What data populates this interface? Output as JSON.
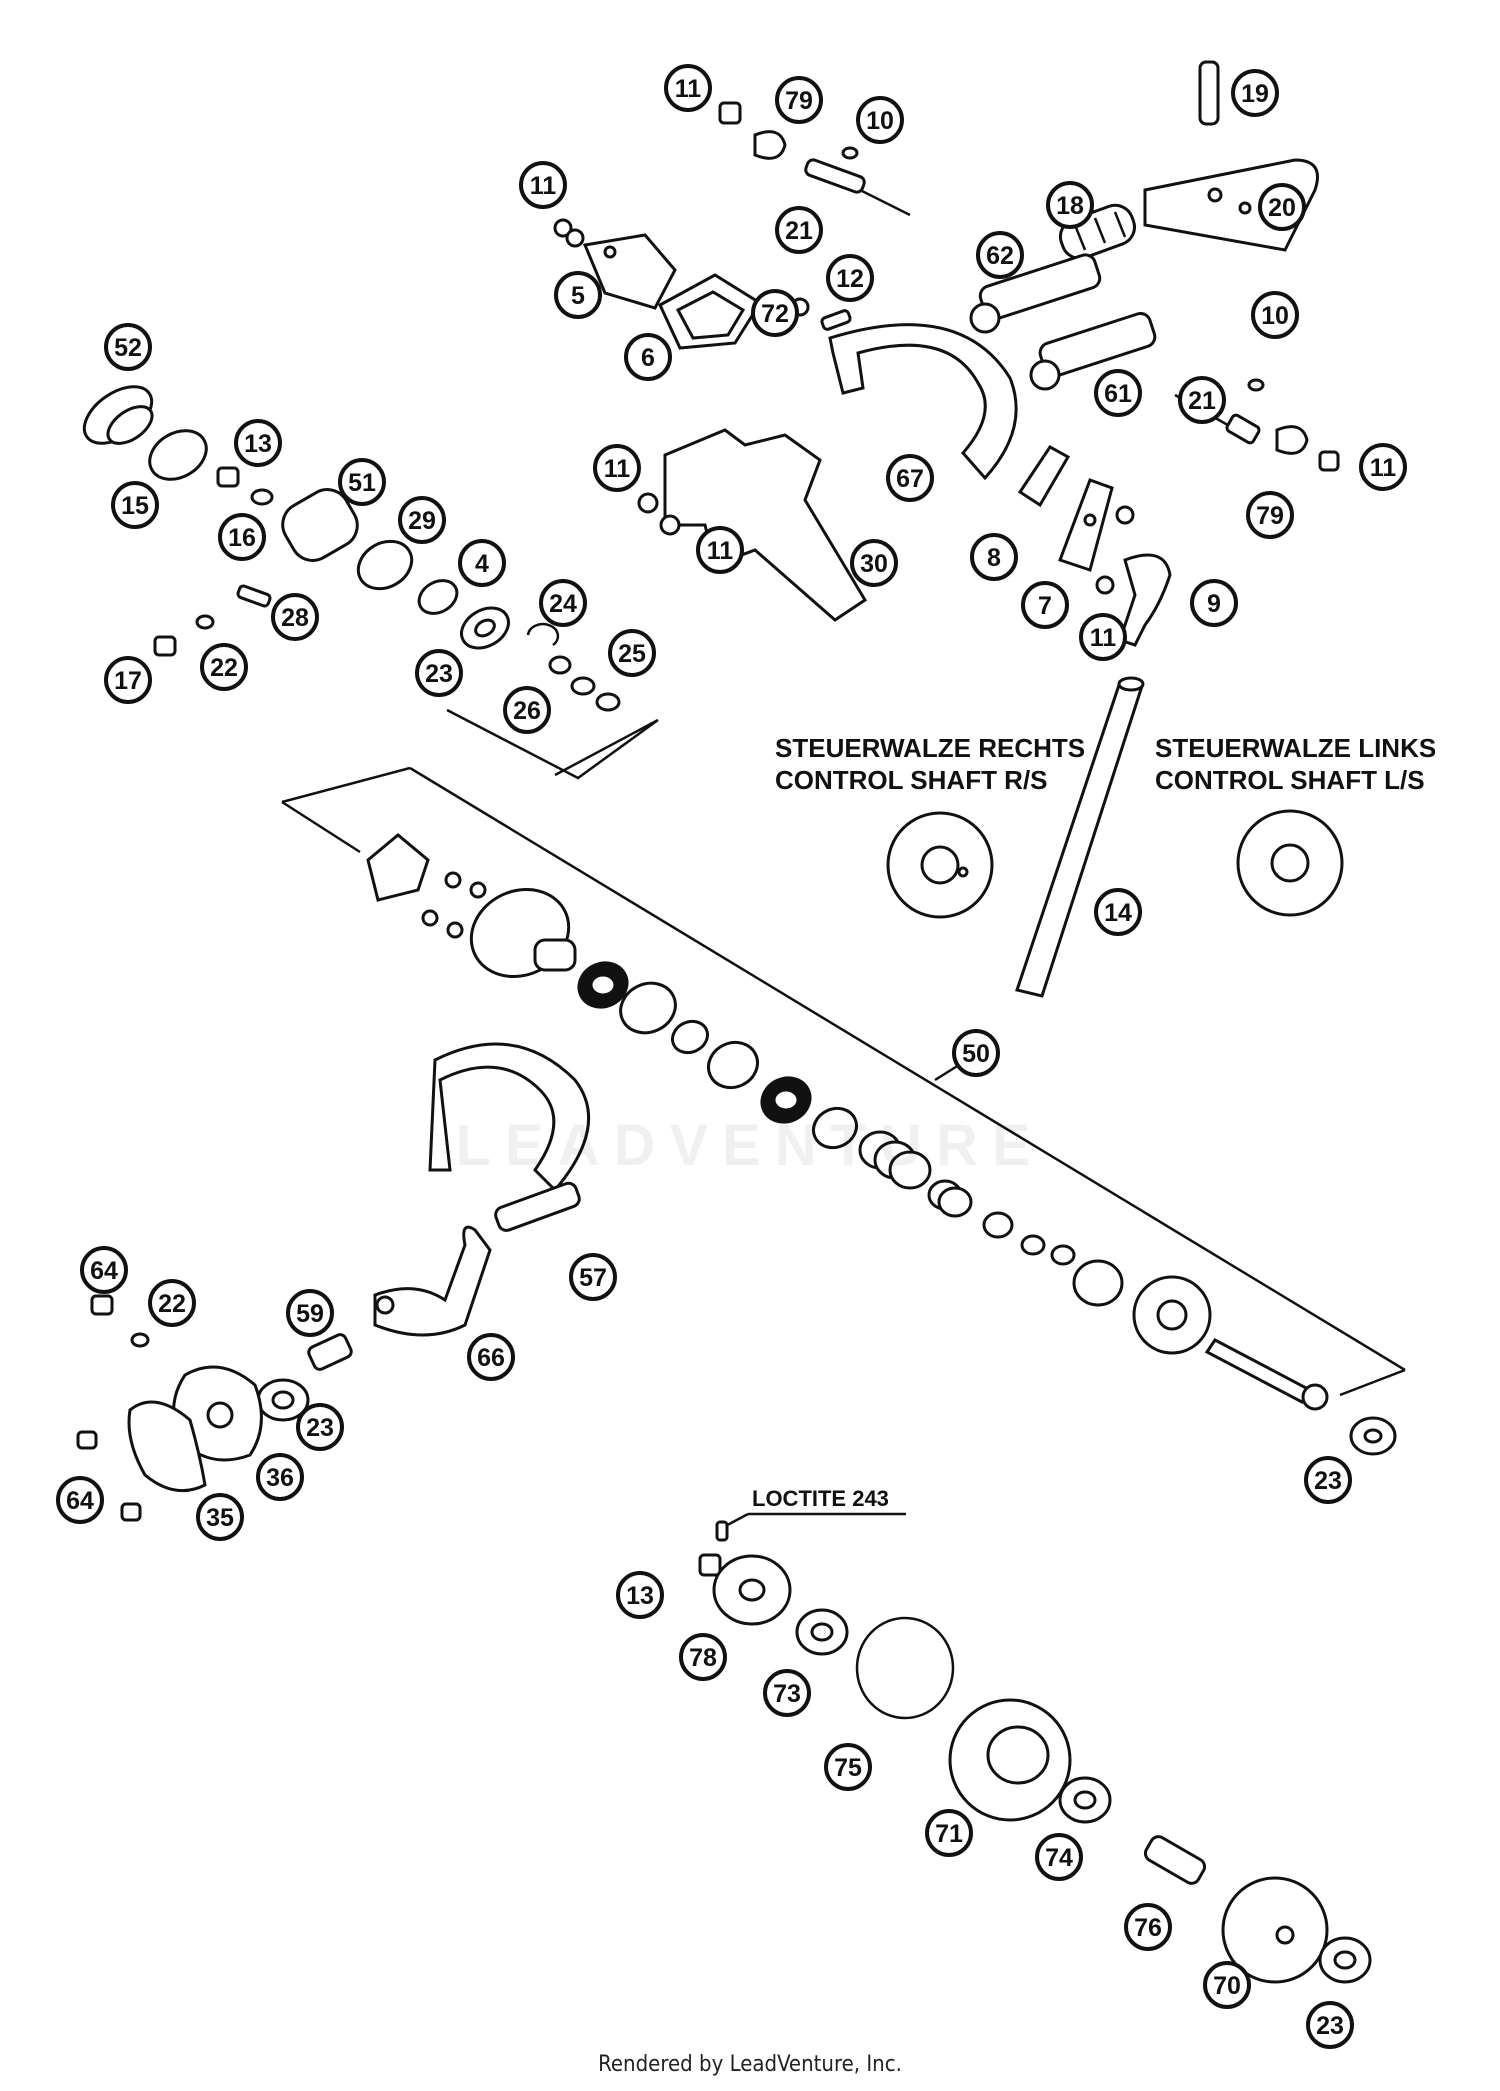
{
  "callouts": [
    {
      "n": "11"
    },
    {
      "n": "79"
    },
    {
      "n": "10"
    },
    {
      "n": "19"
    },
    {
      "n": "11"
    },
    {
      "n": "21"
    },
    {
      "n": "18"
    },
    {
      "n": "20"
    },
    {
      "n": "5"
    },
    {
      "n": "62"
    },
    {
      "n": "12"
    },
    {
      "n": "72"
    },
    {
      "n": "6"
    },
    {
      "n": "52"
    },
    {
      "n": "21"
    },
    {
      "n": "10"
    },
    {
      "n": "61"
    },
    {
      "n": "13"
    },
    {
      "n": "51"
    },
    {
      "n": "15"
    },
    {
      "n": "11"
    },
    {
      "n": "67"
    },
    {
      "n": "11"
    },
    {
      "n": "79"
    },
    {
      "n": "16"
    },
    {
      "n": "29"
    },
    {
      "n": "4"
    },
    {
      "n": "11"
    },
    {
      "n": "30"
    },
    {
      "n": "8"
    },
    {
      "n": "9"
    },
    {
      "n": "7"
    },
    {
      "n": "24"
    },
    {
      "n": "28"
    },
    {
      "n": "11"
    },
    {
      "n": "25"
    },
    {
      "n": "17"
    },
    {
      "n": "22"
    },
    {
      "n": "23"
    },
    {
      "n": "26"
    },
    {
      "n": "14"
    },
    {
      "n": "50"
    },
    {
      "n": "57"
    },
    {
      "n": "64"
    },
    {
      "n": "22"
    },
    {
      "n": "59"
    },
    {
      "n": "66"
    },
    {
      "n": "23"
    },
    {
      "n": "36"
    },
    {
      "n": "64"
    },
    {
      "n": "35"
    },
    {
      "n": "23"
    },
    {
      "n": "13"
    },
    {
      "n": "78"
    },
    {
      "n": "73"
    },
    {
      "n": "75"
    },
    {
      "n": "71"
    },
    {
      "n": "74"
    },
    {
      "n": "76"
    },
    {
      "n": "70"
    },
    {
      "n": "23"
    }
  ],
  "notes": {
    "control_shaft_rs_de": "STEUERWALZE RECHTS",
    "control_shaft_rs_en": "CONTROL SHAFT R/S",
    "control_shaft_ls_de": "STEUERWALZE LINKS",
    "control_shaft_ls_en": "CONTROL SHAFT L/S",
    "loctite": "LOCTITE 243"
  },
  "watermark": "LEADVENTURE",
  "footer": "Rendered by LeadVenture, Inc."
}
